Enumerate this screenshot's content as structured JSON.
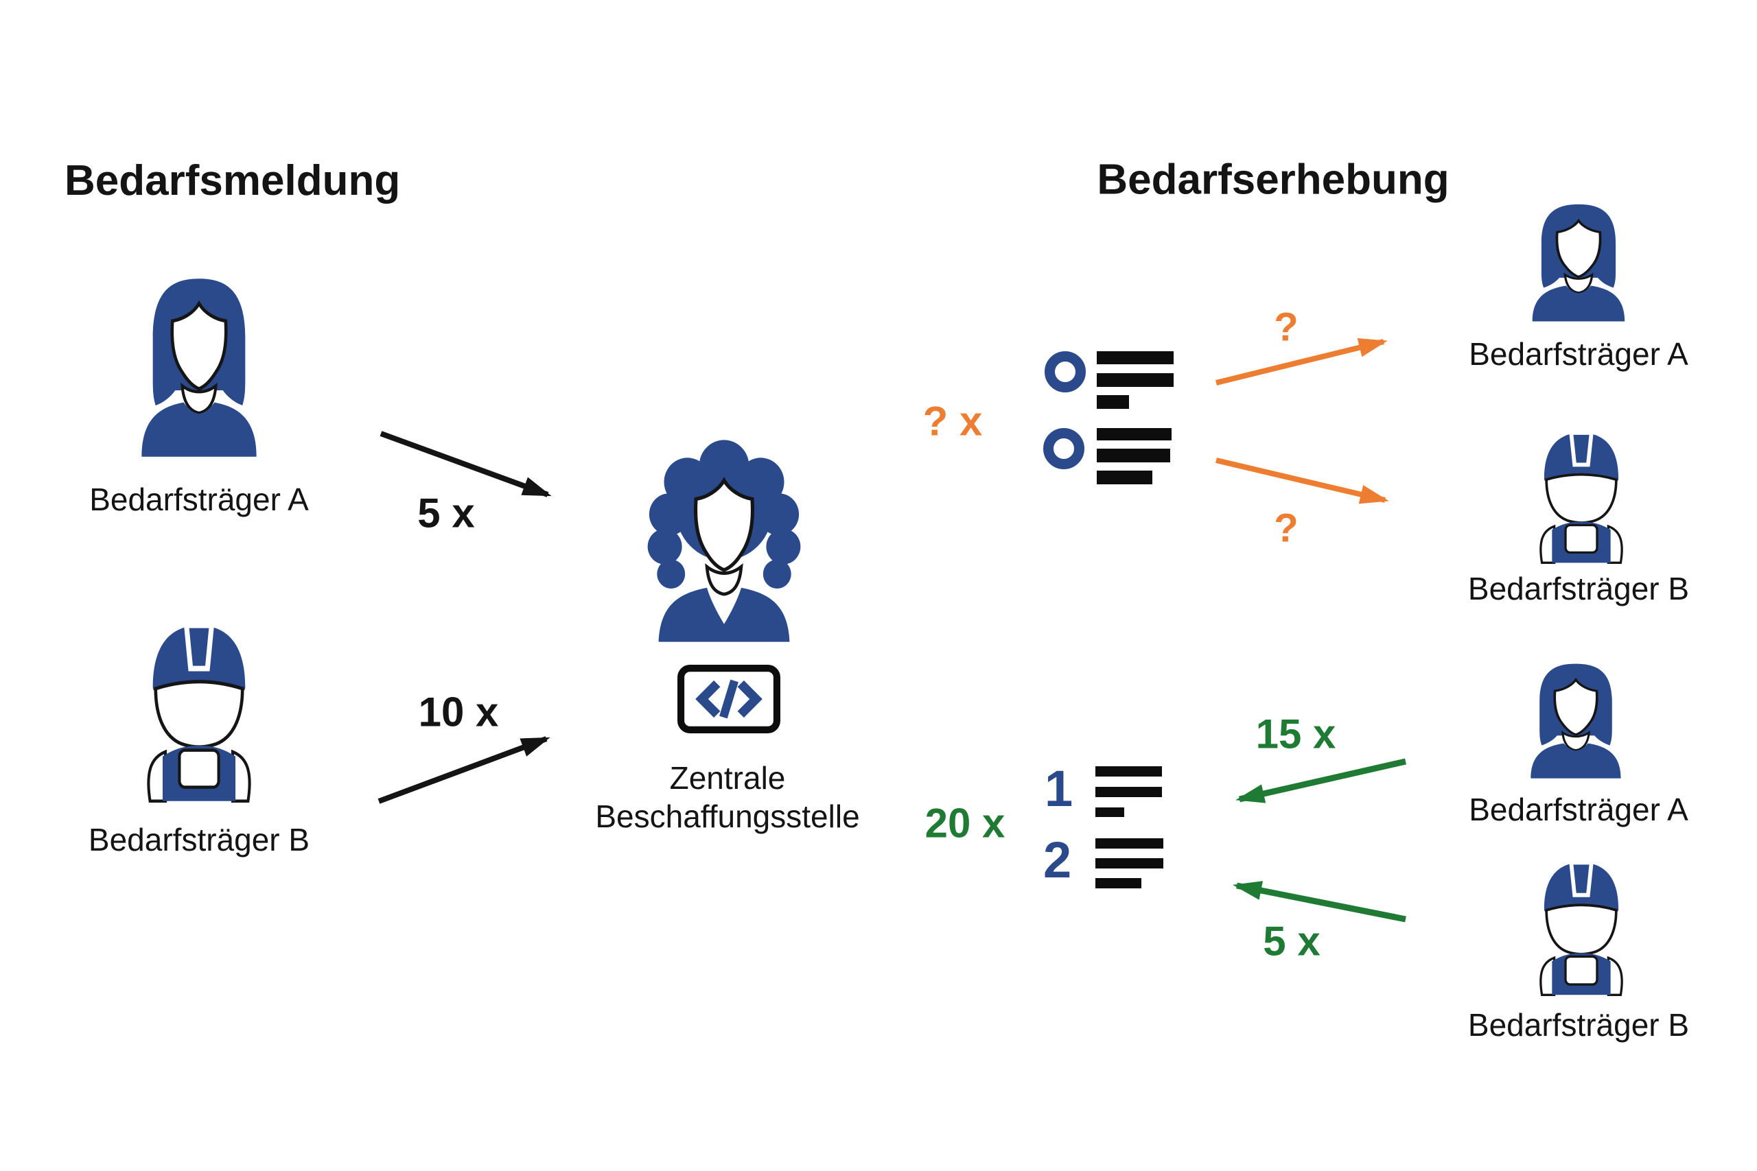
{
  "title": "Bedarfsmeldung / Bedarfserhebung Prozessdiagramm",
  "colors": {
    "navy": "#2b4a8b",
    "orange": "#ed7d31",
    "green": "#1f7a34",
    "text": "#141414"
  },
  "left": {
    "heading": "Bedarfsmeldung",
    "actor_a": "Bedarfsträger A",
    "actor_b": "Bedarfsträger B",
    "flow_a_count": "5 x",
    "flow_b_count": "10 x",
    "central_line1": "Zentrale",
    "central_line2": "Beschaffungsstelle"
  },
  "right": {
    "heading": "Bedarfserhebung",
    "unknown_flow": {
      "count": "? x",
      "arrow_a_label": "?",
      "arrow_b_label": "?",
      "target_a": "Bedarfsträger A",
      "target_b": "Bedarfsträger B"
    },
    "known_flow": {
      "count": "20 x",
      "arrow_a_label": "15 x",
      "arrow_b_label": "5 x",
      "list_marker_1": "1",
      "list_marker_2": "2",
      "target_a": "Bedarfsträger A",
      "target_b": "Bedarfsträger B"
    }
  }
}
